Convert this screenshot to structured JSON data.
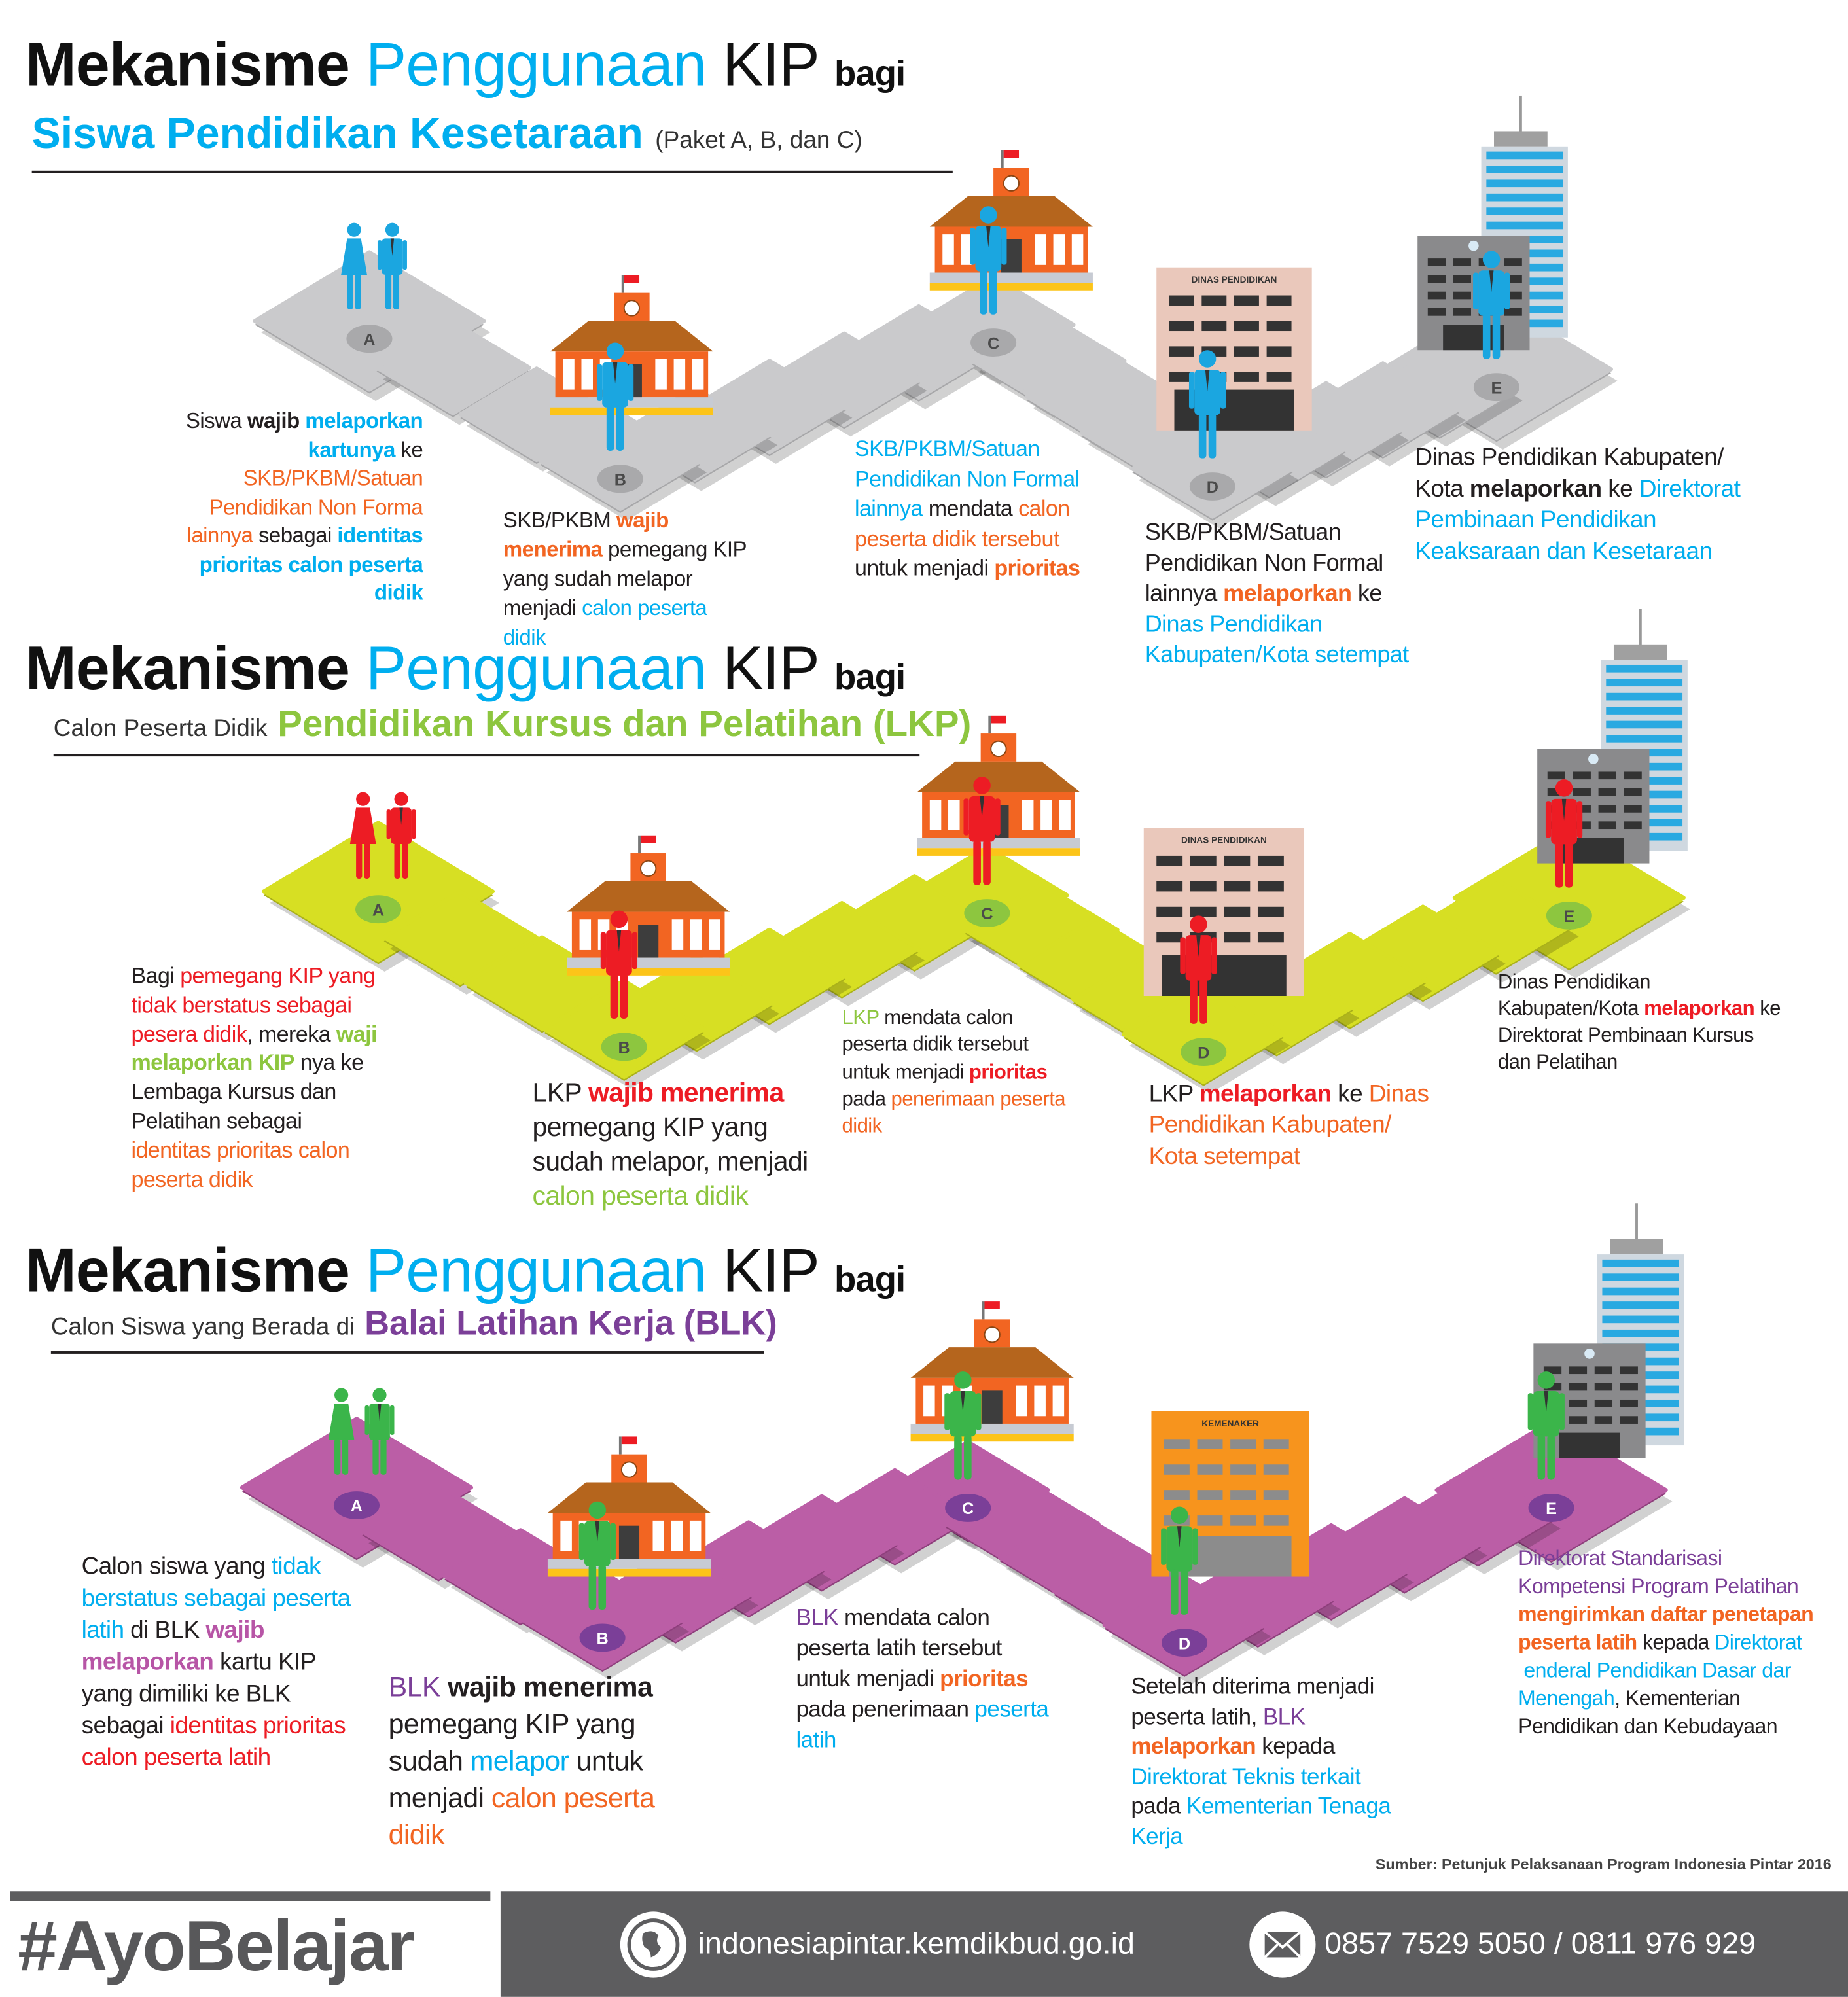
{
  "colors": {
    "cyan": "#00aeef",
    "orange": "#f26522",
    "green": "#8dc63f",
    "red": "#ed1c24",
    "purple": "#7b3f98",
    "magenta": "#b755a6",
    "footer": "#5d5d5f"
  },
  "tile_letters": [
    "A",
    "B",
    "C",
    "D",
    "E"
  ],
  "sections": [
    {
      "title": {
        "w1": "Mekanisme",
        "w2": "Penggunaan",
        "w3": "KIP",
        "w4": "bagi"
      },
      "subtitle": {
        "prefix": "",
        "main": "Siswa Pendidikan Kesetaraan",
        "suffix": "(Paket A, B, dan C)"
      },
      "theme": {
        "tile": "#cacacc",
        "tile_edge": "#a7a7a9",
        "person": "#1ba6e0",
        "badge": "#a9a9ab",
        "badge_text": "#4a4a4a"
      },
      "building_labels": {
        "dinas": "DINAS PENDIDIKAN"
      },
      "paragraphs": [
        {
          "lines": [
            [
              [
                "Siswa ",
                "k",
                0
              ],
              [
                "wajib ",
                "k",
                1
              ],
              [
                "melaporkan",
                "c",
                1
              ]
            ],
            [
              [
                "kartunya",
                "c",
                1
              ],
              [
                " ke",
                "k",
                0
              ]
            ],
            [
              [
                "SKB/PKBM/Satuan",
                "o",
                0
              ]
            ],
            [
              [
                "Pendidikan Non Forma",
                "o",
                0
              ]
            ],
            [
              [
                "lainnya",
                "o",
                0
              ],
              [
                " sebagai ",
                "k",
                0
              ],
              [
                "identitas",
                "c",
                1
              ]
            ],
            [
              [
                "prioritas calon peserta",
                "c",
                1
              ]
            ],
            [
              [
                "didik",
                "c",
                1
              ]
            ]
          ]
        },
        {
          "lines": [
            [
              [
                "SKB/PKBM ",
                "k",
                0
              ],
              [
                "wajib",
                "o",
                1
              ]
            ],
            [
              [
                "menerima",
                "o",
                1
              ],
              [
                " pemegang KIP",
                "k",
                0
              ]
            ],
            [
              [
                "yang sudah melapor",
                "k",
                0
              ]
            ],
            [
              [
                "menjadi ",
                "k",
                0
              ],
              [
                "calon peserta",
                "c",
                0
              ]
            ],
            [
              [
                "didik",
                "c",
                0
              ]
            ]
          ]
        },
        {
          "lines": [
            [
              [
                "SKB/PKBM/Satuan",
                "c",
                0
              ]
            ],
            [
              [
                "Pendidikan Non Formal",
                "c",
                0
              ]
            ],
            [
              [
                "lainnya",
                "c",
                0
              ],
              [
                " mendata ",
                "k",
                0
              ],
              [
                "calon",
                "o",
                0
              ]
            ],
            [
              [
                "peserta didik tersebut",
                "o",
                0
              ]
            ],
            [
              [
                "untuk menjadi ",
                "k",
                0
              ],
              [
                "prioritas",
                "o",
                1
              ]
            ]
          ]
        },
        {
          "lines": [
            [
              [
                "SKB/PKBM/Satuan",
                "k",
                0
              ]
            ],
            [
              [
                "Pendidikan Non Formal",
                "k",
                0
              ]
            ],
            [
              [
                "lainnya ",
                "k",
                0
              ],
              [
                "melaporkan",
                "o",
                1
              ],
              [
                " ke",
                "k",
                0
              ]
            ],
            [
              [
                "Dinas Pendidikan",
                "c",
                0
              ]
            ],
            [
              [
                "Kabupaten/Kota setempat",
                "c",
                0
              ]
            ]
          ]
        },
        {
          "lines": [
            [
              [
                "Dinas Pendidikan Kabupaten/",
                "k",
                0
              ]
            ],
            [
              [
                "Kota ",
                "k",
                0
              ],
              [
                "melaporkan",
                "k",
                1
              ],
              [
                " ke ",
                "k",
                0
              ],
              [
                "Direktorat",
                "c",
                0
              ]
            ],
            [
              [
                "Pembinaan Pendidikan",
                "c",
                0
              ]
            ],
            [
              [
                "Keaksaraan dan Kesetaraan",
                "c",
                0
              ]
            ]
          ]
        }
      ]
    },
    {
      "title": {
        "w1": "Mekanisme",
        "w2": "Penggunaan",
        "w3": "KIP",
        "w4": "bagi"
      },
      "subtitle": {
        "prefix": "Calon Peserta Didik",
        "main": "Pendidikan Kursus dan Pelatihan (LKP)",
        "suffix": ""
      },
      "theme": {
        "tile": "#d7df23",
        "tile_edge": "#aab11a",
        "person": "#ed1c24",
        "badge": "#8dc63f",
        "badge_text": "#4a4a4a"
      },
      "building_labels": {
        "dinas": "DINAS PENDIDIKAN"
      },
      "paragraphs": [
        {
          "lines": [
            [
              [
                "Bagi ",
                "k",
                0
              ],
              [
                "pemegang KIP yang",
                "r",
                0
              ]
            ],
            [
              [
                "tidak berstatus sebagai",
                "r",
                0
              ]
            ],
            [
              [
                "pesera didik",
                "r",
                0
              ],
              [
                ", mereka ",
                "k",
                0
              ],
              [
                "waji",
                "g",
                1
              ]
            ],
            [
              [
                "melaporkan KIP",
                "g",
                1
              ],
              [
                " nya ke",
                "k",
                0
              ]
            ],
            [
              [
                "Lembaga Kursus dan",
                "k",
                0
              ]
            ],
            [
              [
                "Pelatihan sebagai",
                "k",
                0
              ]
            ],
            [
              [
                "identitas prioritas calon",
                "o",
                0
              ]
            ],
            [
              [
                "peserta didik",
                "o",
                0
              ]
            ]
          ]
        },
        {
          "lines": [
            [
              [
                "LKP ",
                "k",
                0
              ],
              [
                "wajib menerima",
                "r",
                1
              ]
            ],
            [
              [
                "pemegang KIP yang",
                "k",
                0
              ]
            ],
            [
              [
                "sudah melapor, menjadi",
                "k",
                0
              ]
            ],
            [
              [
                "calon peserta didik",
                "g",
                0
              ]
            ]
          ]
        },
        {
          "lines": [
            [
              [
                "LKP",
                "g",
                0
              ],
              [
                " mendata calon",
                "k",
                0
              ]
            ],
            [
              [
                "peserta didik tersebut",
                "k",
                0
              ]
            ],
            [
              [
                "untuk menjadi ",
                "k",
                0
              ],
              [
                "prioritas",
                "r",
                1
              ]
            ],
            [
              [
                "pada ",
                "k",
                0
              ],
              [
                "penerimaan peserta",
                "o",
                0
              ]
            ],
            [
              [
                "didik",
                "o",
                0
              ]
            ]
          ]
        },
        {
          "lines": [
            [
              [
                "LKP ",
                "k",
                0
              ],
              [
                "melaporkan",
                "r",
                1
              ],
              [
                " ke ",
                "k",
                0
              ],
              [
                "Dinas",
                "o",
                0
              ]
            ],
            [
              [
                "Pendidikan Kabupaten/",
                "o",
                0
              ]
            ],
            [
              [
                "Kota setempat",
                "o",
                0
              ]
            ]
          ]
        },
        {
          "lines": [
            [
              [
                "Dinas Pendidikan",
                "k",
                0
              ]
            ],
            [
              [
                "Kabupaten/Kota ",
                "k",
                0
              ],
              [
                "melaporkan",
                "r",
                1
              ],
              [
                " ke",
                "k",
                0
              ]
            ],
            [
              [
                "Direktorat Pembinaan Kursus",
                "k",
                0
              ]
            ],
            [
              [
                "dan Pelatihan",
                "k",
                0
              ]
            ]
          ]
        }
      ]
    },
    {
      "title": {
        "w1": "Mekanisme",
        "w2": "Penggunaan",
        "w3": "KIP",
        "w4": "bagi"
      },
      "subtitle": {
        "prefix": "Calon Siswa yang Berada di",
        "main": "Balai Latihan Kerja (BLK)",
        "suffix": ""
      },
      "theme": {
        "tile": "#bb5ea6",
        "tile_edge": "#8e3f7c",
        "person": "#3bb54a",
        "badge": "#7b3f98",
        "badge_text": "#ffffff"
      },
      "building_labels": {
        "dinas": "KEMENAKER"
      },
      "paragraphs": [
        {
          "lines": [
            [
              [
                "Calon siswa yang ",
                "k",
                0
              ],
              [
                "tidak",
                "c",
                0
              ]
            ],
            [
              [
                "berstatus sebagai peserta",
                "c",
                0
              ]
            ],
            [
              [
                "latih",
                "c",
                0
              ],
              [
                " di BLK ",
                "k",
                0
              ],
              [
                "wajib",
                "m",
                1
              ]
            ],
            [
              [
                "melaporkan",
                "m",
                1
              ],
              [
                " kartu KIP",
                "k",
                0
              ]
            ],
            [
              [
                "yang dimiliki ke BLK",
                "k",
                0
              ]
            ],
            [
              [
                "sebagai ",
                "k",
                0
              ],
              [
                "identitas prioritas",
                "r",
                0
              ]
            ],
            [
              [
                "calon peserta latih",
                "r",
                0
              ]
            ]
          ]
        },
        {
          "lines": [
            [
              [
                "BLK ",
                "p",
                0
              ],
              [
                "wajib menerima",
                "k",
                1
              ]
            ],
            [
              [
                "pemegang KIP yang",
                "k",
                0
              ]
            ],
            [
              [
                "sudah ",
                "k",
                0
              ],
              [
                "melapor",
                "c",
                0
              ],
              [
                " untuk",
                "k",
                0
              ]
            ],
            [
              [
                "menjadi ",
                "k",
                0
              ],
              [
                "calon peserta",
                "o",
                0
              ]
            ],
            [
              [
                "didik",
                "o",
                0
              ]
            ]
          ]
        },
        {
          "lines": [
            [
              [
                "BLK",
                "p",
                0
              ],
              [
                " mendata calon",
                "k",
                0
              ]
            ],
            [
              [
                "peserta latih tersebut",
                "k",
                0
              ]
            ],
            [
              [
                "untuk menjadi ",
                "k",
                0
              ],
              [
                "prioritas",
                "o",
                1
              ]
            ],
            [
              [
                "pada penerimaan ",
                "k",
                0
              ],
              [
                "peserta",
                "c",
                0
              ]
            ],
            [
              [
                "latih",
                "c",
                0
              ]
            ]
          ]
        },
        {
          "lines": [
            [
              [
                "Setelah diterima menjadi",
                "k",
                0
              ]
            ],
            [
              [
                "peserta latih, ",
                "k",
                0
              ],
              [
                "BLK",
                "p",
                0
              ]
            ],
            [
              [
                "melaporkan",
                "o",
                1
              ],
              [
                " kepada",
                "k",
                0
              ]
            ],
            [
              [
                "Direktorat Teknis terkait",
                "c",
                0
              ]
            ],
            [
              [
                "pada ",
                "k",
                0
              ],
              [
                "Kementerian Tenaga",
                "c",
                0
              ]
            ],
            [
              [
                "Kerja",
                "c",
                0
              ]
            ]
          ]
        },
        {
          "lines": [
            [
              [
                "Direktorat Standarisasi",
                "p",
                0
              ]
            ],
            [
              [
                "Kompetensi Program Pelatihan",
                "p",
                0
              ]
            ],
            [
              [
                "mengirimkan daftar penetapan",
                "o",
                1
              ]
            ],
            [
              [
                "peserta latih",
                "o",
                1
              ],
              [
                " kepada ",
                "k",
                0
              ],
              [
                "Direktorat",
                "c",
                0
              ]
            ],
            [
              [
                " enderal Pendidikan Dasar dar",
                "c",
                0
              ]
            ],
            [
              [
                "Menengah",
                "c",
                0
              ],
              [
                ", Kementerian",
                "k",
                0
              ]
            ],
            [
              [
                "Pendidikan dan Kebudayaan",
                "k",
                0
              ]
            ]
          ]
        }
      ]
    }
  ],
  "source": "Sumber: Petunjuk Pelaksanaan Program Indonesia Pintar 2016",
  "footer": {
    "hashtag": "#AyoBelajar",
    "website": "indonesiapintar.kemdikbud.go.id",
    "phone": "0857 7529 5050 / 0811 976 929"
  }
}
